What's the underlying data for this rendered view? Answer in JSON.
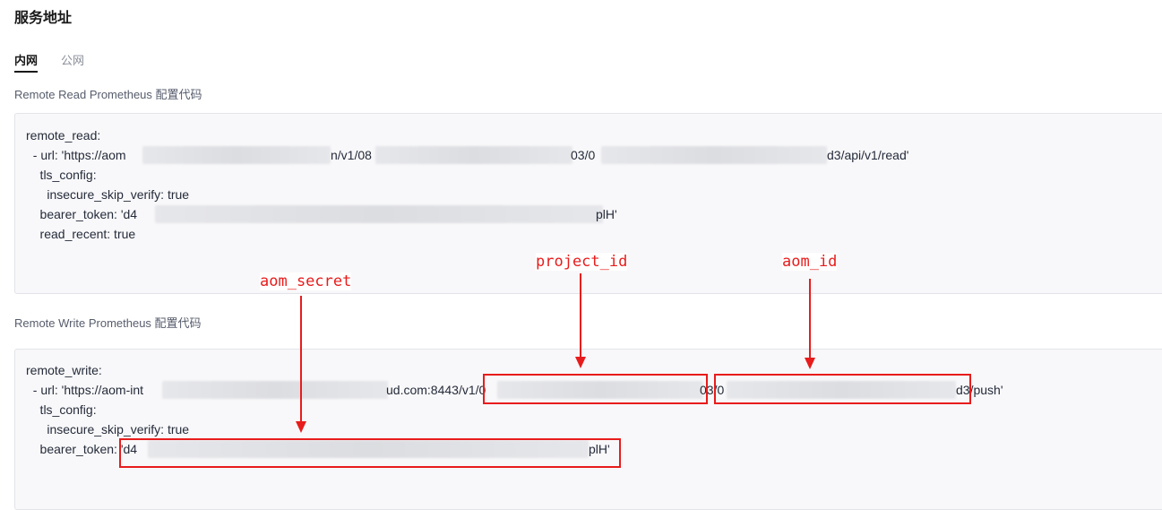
{
  "page": {
    "title": "服务地址"
  },
  "tabs": [
    {
      "label": "内网",
      "active": true
    },
    {
      "label": "公网",
      "active": false
    }
  ],
  "read_section": {
    "label": "Remote Read Prometheus 配置代码",
    "lines": {
      "l1": "remote_read:",
      "l2_a": "  - url: 'https://aom",
      "l2_b": "n/v1/08",
      "l2_c": "03/0",
      "l2_d": "d3/api/v1/read'",
      "l3": "    tls_config:",
      "l4": "      insecure_skip_verify: true",
      "l5_a": "    bearer_token: 'd4",
      "l5_b": "plH'",
      "l6": "    read_recent: true"
    }
  },
  "write_section": {
    "label": "Remote Write Prometheus 配置代码",
    "lines": {
      "l1": "remote_write:",
      "l2_a": "  - url: 'https://aom-int",
      "l2_b": "ud.com:8443/v1/0",
      "l2_c": "03/0",
      "l2_d": "d3/push'",
      "l3": "    tls_config:",
      "l4": "      insecure_skip_verify: true",
      "l5_a": "    bearer_token: 'd4",
      "l5_b": "plH'"
    }
  },
  "annotations": {
    "aom_secret": "aom_secret",
    "project_id": "project_id",
    "aom_id": "aom_id"
  },
  "colors": {
    "annotation": "#e81c1c",
    "code_bg": "#f8f8fa"
  }
}
